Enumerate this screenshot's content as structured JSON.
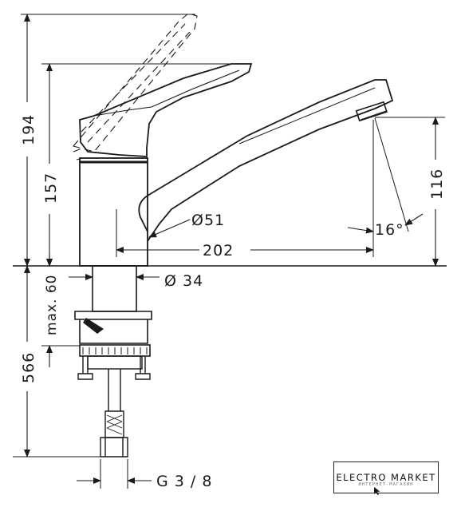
{
  "dimensions": {
    "d194": "194",
    "d157": "157",
    "d116": "116",
    "d51": "Ø51",
    "d202": "202",
    "angle16": "16°",
    "d34": "Ø 34",
    "max60": "max. 60",
    "d566": "566",
    "thread": "G 3 / 8"
  },
  "logo": {
    "title": "ELECTRO MARKET",
    "subtitle": "ИНТЕРНЕТ-МАГАЗИН"
  },
  "colors": {
    "line": "#1a1a1a",
    "background": "#ffffff"
  }
}
